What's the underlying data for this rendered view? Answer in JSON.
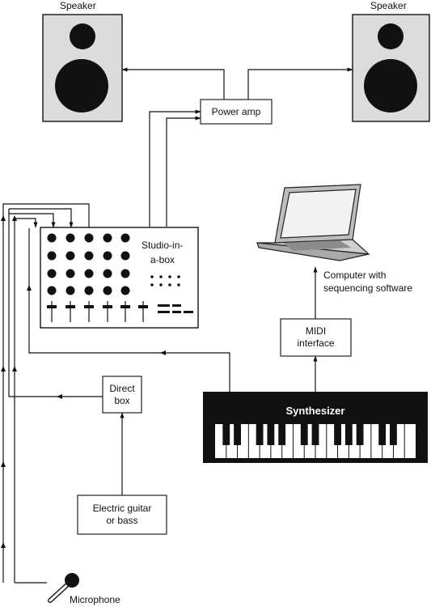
{
  "labels": {
    "speaker_left": "Speaker",
    "speaker_right": "Speaker",
    "power_amp": "Power amp",
    "studio_line1": "Studio-in-",
    "studio_line2": "a-box",
    "computer_line1": "Computer with",
    "computer_line2": "sequencing software",
    "midi_line1": "MIDI",
    "midi_line2": "interface",
    "direct_line1": "Direct",
    "direct_line2": "box",
    "synthesizer": "Synthesizer",
    "guitar_line1": "Electric guitar",
    "guitar_line2": "or bass",
    "microphone": "Microphone"
  },
  "icons": [
    "speaker-icon",
    "laptop-icon",
    "microphone-icon",
    "keyboard-icon",
    "mixer-icon"
  ],
  "colors": {
    "stroke": "#111111",
    "speaker_fill": "#dcdcdc",
    "synth_fill": "#111111"
  }
}
